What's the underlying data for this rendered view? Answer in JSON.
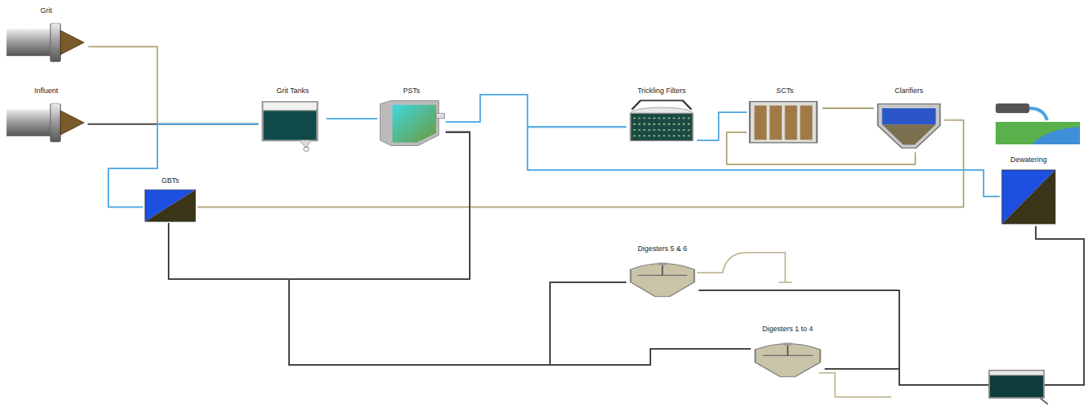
{
  "diagram": {
    "nodes": [
      {
        "text": [
          "Grit"
        ]
      },
      {
        "text": [
          "Influent"
        ]
      },
      {
        "text": [
          "Grit Tanks"
        ]
      },
      {
        "text": [
          "PSTs"
        ]
      },
      {
        "text": [
          "Trickling Filters"
        ]
      },
      {
        "text": [
          "SCTs"
        ]
      },
      {
        "text": [
          "Clarifiers"
        ]
      },
      {
        "text": [
          "GBTs"
        ]
      },
      {
        "text": [
          "Dewatering"
        ]
      },
      {
        "text": [
          "Digesters 5 & 6"
        ]
      },
      {
        "text": [
          "Digesters 1 to 4"
        ]
      }
    ],
    "edges": [
      {
        "from": 0,
        "to": 2,
        "arrow": "none"
      },
      {
        "from": 1,
        "to": 2,
        "arrow": "none"
      },
      {
        "from": 7,
        "to": 2,
        "arrow": "none"
      },
      {
        "from": 2,
        "to": 3,
        "arrow": "none"
      },
      {
        "from": 3,
        "to": 4,
        "arrow": "none"
      },
      {
        "from": 4,
        "to": 5,
        "arrow": "none"
      },
      {
        "from": 5,
        "to": 6,
        "arrow": "none"
      },
      {
        "from": 6,
        "to": 5,
        "arrow": "none"
      },
      {
        "from": 6,
        "to": 7,
        "arrow": "none"
      },
      {
        "from": 3,
        "to": 7,
        "arrow": "none"
      },
      {
        "from": 3,
        "to": 9,
        "arrow": "none"
      },
      {
        "from": 3,
        "to": 10,
        "arrow": "none"
      },
      {
        "from": 7,
        "to": 9,
        "arrow": "none"
      },
      {
        "from": 7,
        "to": 10,
        "arrow": "none"
      },
      {
        "from": 9,
        "to": 8,
        "arrow": "none"
      },
      {
        "from": 10,
        "to": 8,
        "arrow": "none"
      },
      {
        "from": 8,
        "to": 4,
        "arrow": "none"
      }
    ]
  }
}
